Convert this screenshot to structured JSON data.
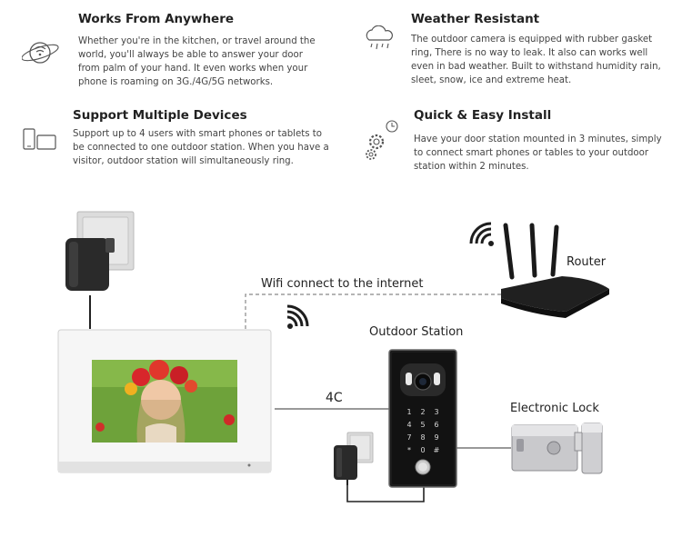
{
  "features": [
    {
      "title": "Works From Anywhere",
      "body": "Whether you're in the kitchen, or travel around the world, you'll always be able to answer your door from palm of your hand. It even works when your phone is roaming on 3G./4G/5G networks.",
      "icon": "globe-wifi-icon"
    },
    {
      "title": "Weather Resistant",
      "body": "The outdoor camera is equipped with rubber gasket ring, There is no way to leak. It also can works well even in bad weather. Built to withstand humidity rain, sleet, snow, ice and extreme heat.",
      "icon": "cloud-rain-icon"
    },
    {
      "title": "Support Multiple Devices",
      "body": "Support up to 4 users with smart phones or tablets to be connected to one outdoor station. When you have a visitor, outdoor station will simultaneously ring.",
      "icon": "devices-icon"
    },
    {
      "title": "Quick & Easy Install",
      "body": "Have your door station mounted in 3 minutes, simply to connect smart phones or tables to your outdoor station within 2 minutes.",
      "icon": "gears-clock-icon"
    }
  ],
  "diagram": {
    "wifi_label": "Wifi connect to the internet",
    "router_label": "Router",
    "outdoor_label": "Outdoor Station",
    "cable_label": "4C",
    "lock_label": "Electronic Lock",
    "keypad": [
      "1",
      "2",
      "3",
      "4",
      "5",
      "6",
      "7",
      "8",
      "9",
      "*",
      "0",
      "#"
    ]
  }
}
